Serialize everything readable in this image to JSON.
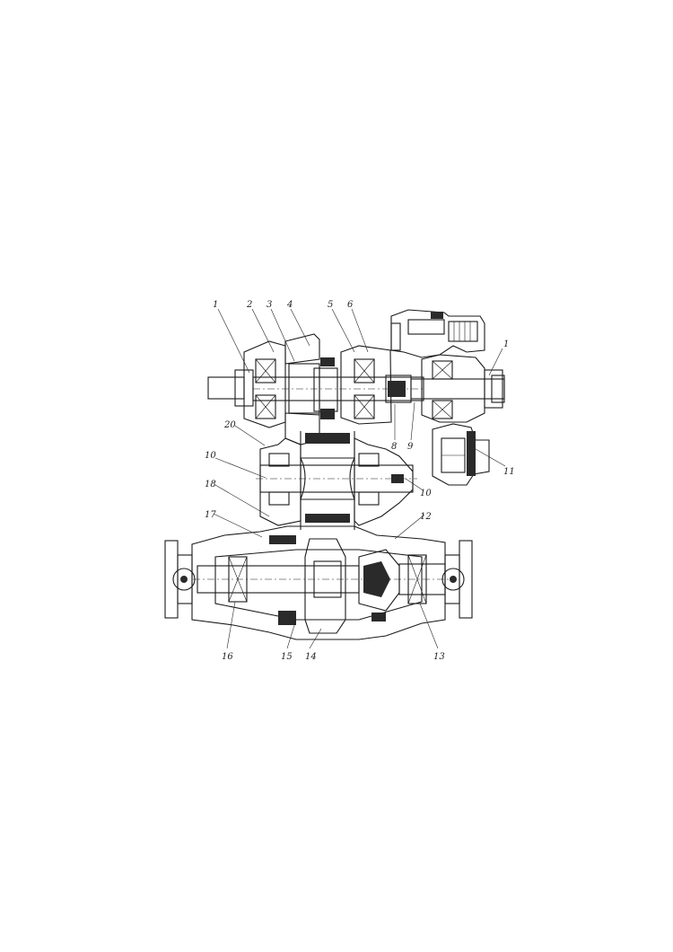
{
  "figure": {
    "type": "engineering cross-section drawing",
    "subject": "transfer gearbox / drive axle assembly",
    "callouts": [
      {
        "id": "c1a",
        "label": "1"
      },
      {
        "id": "c2",
        "label": "2"
      },
      {
        "id": "c3",
        "label": "3"
      },
      {
        "id": "c4",
        "label": "4"
      },
      {
        "id": "c5",
        "label": "5"
      },
      {
        "id": "c6",
        "label": "6"
      },
      {
        "id": "c1b",
        "label": "1"
      },
      {
        "id": "c20",
        "label": "20"
      },
      {
        "id": "c8",
        "label": "8"
      },
      {
        "id": "c9",
        "label": "9"
      },
      {
        "id": "c11",
        "label": "11"
      },
      {
        "id": "c10a",
        "label": "10"
      },
      {
        "id": "c10b",
        "label": "10"
      },
      {
        "id": "c18",
        "label": "18"
      },
      {
        "id": "c17",
        "label": "17"
      },
      {
        "id": "c12",
        "label": "12"
      },
      {
        "id": "c16",
        "label": "16"
      },
      {
        "id": "c15",
        "label": "15"
      },
      {
        "id": "c14",
        "label": "14"
      },
      {
        "id": "c13",
        "label": "13"
      }
    ]
  }
}
